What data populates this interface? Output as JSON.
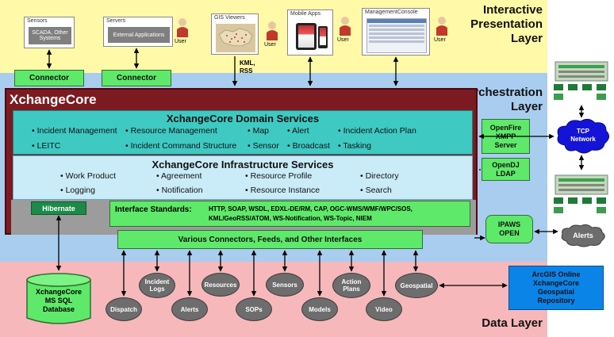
{
  "layers": {
    "presentation": [
      "Interactive",
      "Presentation",
      "Layer"
    ],
    "orchestration": [
      "Orchestration",
      "Layer"
    ],
    "data": "Data Layer"
  },
  "sources": {
    "sensors": {
      "title": "Sensors",
      "inner": "SCADA, Other Systems"
    },
    "servers": {
      "title": "Servers",
      "inner": "External Applications"
    },
    "gis": {
      "title": "GIS Viewers"
    },
    "mobile": {
      "title": "Mobile Apps"
    },
    "console": {
      "title": "ManagementConsole"
    },
    "user_label": "User",
    "kml": "KML,",
    "rss": "RSS"
  },
  "connectors": [
    "Connector",
    "Connector"
  ],
  "xchangecore": {
    "title": "XchangeCore",
    "domain": {
      "title": "XchangeCore Domain Services",
      "row1": [
        "Incident Management",
        "Resource Management",
        "Map",
        "Alert",
        "Incident Action Plan"
      ],
      "row2": [
        "LEITC",
        "Incident Command Structure",
        "Sensor",
        "Broadcast",
        "Tasking"
      ]
    },
    "infra": {
      "title": "XchangeCore Infrastructure Services",
      "row1": [
        "Work Product",
        "Agreement",
        "Resource Profile",
        "Directory"
      ],
      "row2": [
        "Logging",
        "Notification",
        "Resource Instance",
        "Search"
      ]
    },
    "hibernate": "Hibernate",
    "interface_title": "Interface Standards:",
    "interface_line1": "HTTP, SOAP, WSDL, EDXL-DE/RM, CAP, OGC-WMS/WMF/WPC/SOS,",
    "interface_line2": "KML/GeoRSS/ATOM, WS-Notification, WS-Topic, NIEM"
  },
  "right_services": {
    "openfire": [
      "OpenFire",
      "XMPP",
      "Server"
    ],
    "opendj": [
      "OpenDJ",
      "LDAP"
    ],
    "ipaws": [
      "IPAWS",
      "OPEN"
    ],
    "tcp": [
      "TCP",
      "Network"
    ],
    "alerts": "Alerts"
  },
  "connectors_bar": "Various Connectors, Feeds, and Other Interfaces",
  "database": [
    "XchangeCore",
    "MS SQL",
    "Database"
  ],
  "data_ovals_low": [
    "Dispatch",
    "Alerts",
    "SOPs",
    "Models",
    "Video"
  ],
  "data_ovals_high": [
    [
      "Incident",
      "Logs"
    ],
    "Resources",
    "Sensors",
    [
      "Action",
      "Plans"
    ],
    "Geospatial"
  ],
  "arcgis": [
    "ArcGIS Online",
    "XchangeCore",
    "Geospatial",
    "Repository"
  ],
  "colors": {
    "presentation_band": "#fff9a8",
    "orchestration_band": "#a9cdef",
    "data_band": "#f7b8bb",
    "core_maroon": "#7b1b21",
    "domain_teal": "#3ec9c2",
    "infra_light": "#c9ecf8",
    "green": "#5fe96a",
    "blue": "#0b84e8"
  }
}
